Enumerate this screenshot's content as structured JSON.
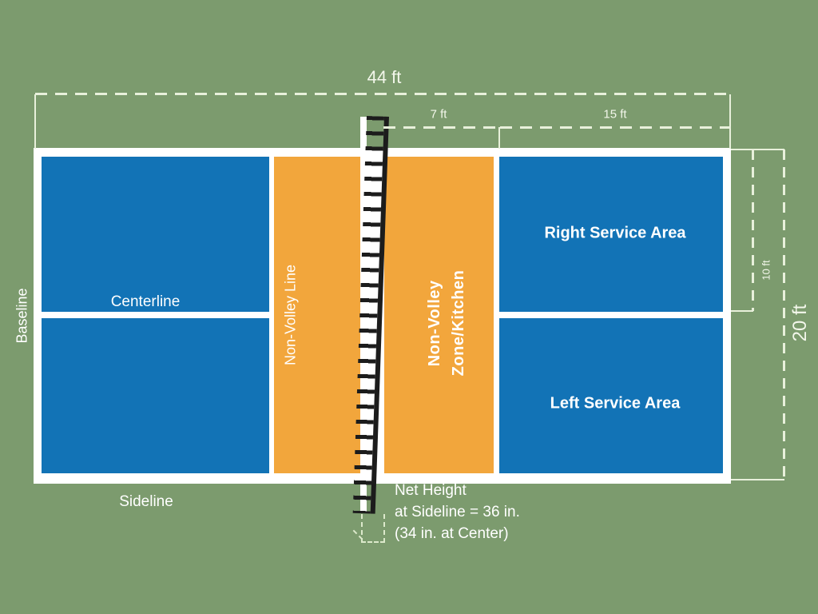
{
  "colors": {
    "background": "#7C9B6E",
    "court_blue": "#1273B6",
    "kitchen_orange": "#F2A63C",
    "court_lines": "#FFFFFF",
    "dimension_lines": "#E8F0DB",
    "net_black": "#1C1C1C",
    "label_text": "#FFFFFF"
  },
  "court": {
    "labels": {
      "baseline": "Baseline",
      "centerline": "Centerline",
      "sideline": "Sideline",
      "non_volley_line": "Non-Volley Line",
      "kitchen_line1": "Non-Volley",
      "kitchen_line2": "Zone/Kitchen",
      "right_service_area": "Right Service Area",
      "left_service_area": "Left Service Area"
    },
    "net_note": {
      "line1": "Net Height",
      "line2": "at Sideline = 36 in.",
      "line3": "(34 in. at Center)"
    }
  },
  "dimensions": {
    "court_width": "44 ft",
    "kitchen_depth": "7 ft",
    "service_length": "15 ft",
    "half_court_width": "10 ft",
    "court_half_depth": "20 ft"
  }
}
